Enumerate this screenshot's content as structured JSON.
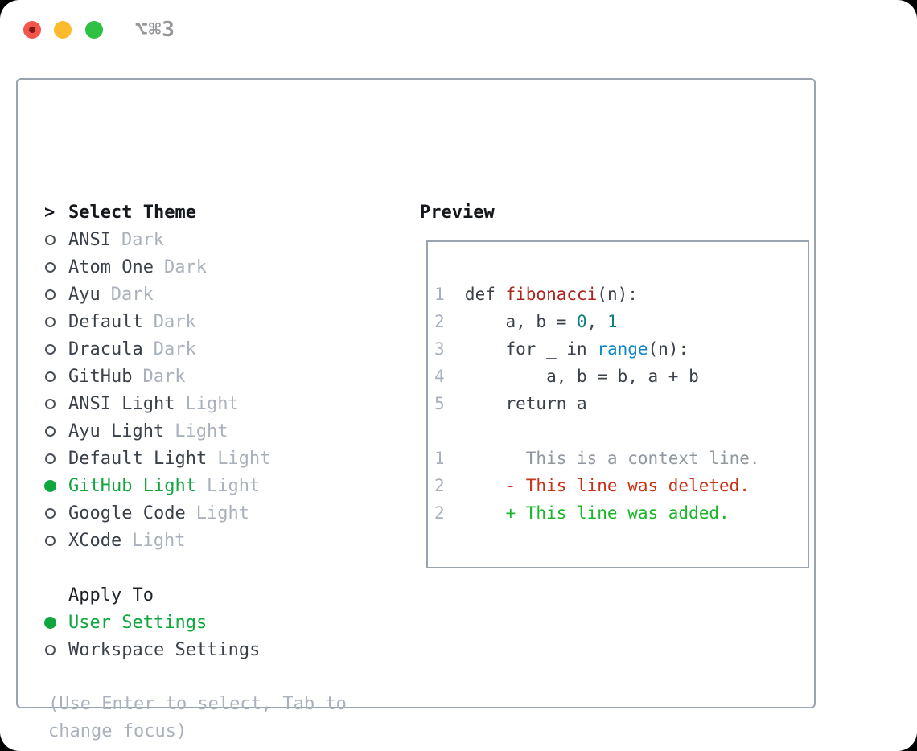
{
  "window": {
    "title": "⌥⌘3",
    "traffic_lights": [
      "close",
      "minimize",
      "zoom"
    ]
  },
  "theme_panel": {
    "header": {
      "prefix": ">",
      "label": "Select Theme"
    },
    "themes": [
      {
        "name": "ANSI",
        "tag": "Dark",
        "selected": false
      },
      {
        "name": "Atom One",
        "tag": "Dark",
        "selected": false
      },
      {
        "name": "Ayu",
        "tag": "Dark",
        "selected": false
      },
      {
        "name": "Default",
        "tag": "Dark",
        "selected": false
      },
      {
        "name": "Dracula",
        "tag": "Dark",
        "selected": false
      },
      {
        "name": "GitHub",
        "tag": "Dark",
        "selected": false
      },
      {
        "name": "ANSI Light",
        "tag": "Light",
        "selected": false
      },
      {
        "name": "Ayu Light",
        "tag": "Light",
        "selected": false
      },
      {
        "name": "Default Light",
        "tag": "Light",
        "selected": false
      },
      {
        "name": "GitHub Light",
        "tag": "Light",
        "selected": true
      },
      {
        "name": "Google Code",
        "tag": "Light",
        "selected": false
      },
      {
        "name": "XCode",
        "tag": "Light",
        "selected": false
      }
    ],
    "apply_to": {
      "label": "Apply To",
      "options": [
        {
          "name": "User Settings",
          "selected": true
        },
        {
          "name": "Workspace Settings",
          "selected": false
        }
      ]
    },
    "hint_lines": [
      "(Use Enter to select, Tab to",
      "change focus)"
    ]
  },
  "preview": {
    "label": "Preview",
    "code_lines": [
      {
        "num": "1",
        "tokens": [
          {
            "t": "def ",
            "c": "fg"
          },
          {
            "t": "fibonacci",
            "c": "func"
          },
          {
            "t": "(n):",
            "c": "fg"
          }
        ]
      },
      {
        "num": "2",
        "tokens": [
          {
            "t": "    a, b = ",
            "c": "fg"
          },
          {
            "t": "0",
            "c": "num"
          },
          {
            "t": ", ",
            "c": "fg"
          },
          {
            "t": "1",
            "c": "num"
          }
        ]
      },
      {
        "num": "3",
        "tokens": [
          {
            "t": "    for _ in ",
            "c": "fg"
          },
          {
            "t": "range",
            "c": "builtin"
          },
          {
            "t": "(n):",
            "c": "fg"
          }
        ]
      },
      {
        "num": "4",
        "tokens": [
          {
            "t": "        a, b = b, a + b",
            "c": "fg"
          }
        ]
      },
      {
        "num": "5",
        "tokens": [
          {
            "t": "    return a",
            "c": "fg"
          }
        ]
      }
    ],
    "diff_lines": [
      {
        "num": "1",
        "tokens": [
          {
            "t": "      This is a context line.",
            "c": "ctx"
          }
        ]
      },
      {
        "num": "2",
        "tokens": [
          {
            "t": "    - This line was deleted.",
            "c": "del"
          }
        ]
      },
      {
        "num": "2",
        "tokens": [
          {
            "t": "    + This line was added.",
            "c": "add"
          }
        ]
      }
    ]
  },
  "colors": {
    "accent_green": "#0fa63e",
    "added_green": "#1ab62a",
    "deleted_red": "#c73318",
    "function_red": "#a9261d",
    "number_teal": "#0f7f81",
    "builtin_blue": "#0f86c6",
    "muted_gray": "#a9b1bc",
    "context_gray": "#8f97a1",
    "text_dark": "#3a414a",
    "border_gray": "#9aa3b0",
    "traffic_red": "#f4564e",
    "traffic_yellow": "#fbbb2c",
    "traffic_green": "#2ec144"
  }
}
